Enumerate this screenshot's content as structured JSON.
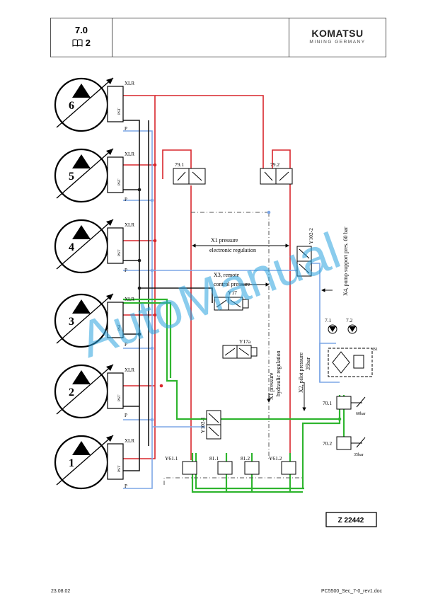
{
  "header": {
    "section_number": "7.0",
    "book_icon": "book-icon",
    "page_ref": "2",
    "brand_name": "KOMATSU",
    "brand_sub": "MINING GERMANY"
  },
  "diagram": {
    "pumps": [
      {
        "number": "6",
        "port_xlr": "XLR",
        "port_p": "P",
        "port_pst": "PST"
      },
      {
        "number": "5",
        "port_xlr": "XLR",
        "port_p": "P",
        "port_pst": "PST"
      },
      {
        "number": "4",
        "port_xlr": "XLR",
        "port_p": "P",
        "port_pst": "PST"
      },
      {
        "number": "3",
        "port_xlr": "XLR",
        "port_p": "P",
        "port_pst": "PST"
      },
      {
        "number": "2",
        "port_xlr": "XLR",
        "port_p": "P",
        "port_pst": "PST"
      },
      {
        "number": "1",
        "port_xlr": "XLR",
        "port_p": "P",
        "port_pst": "PST"
      }
    ],
    "valve_labels": {
      "v79_1": "79.1",
      "v79_2": "79.2",
      "y102_2": "Y102-2",
      "y102_1": "Y102-1",
      "y17": "Y17",
      "y17a": "Y17a",
      "y61_1": "Y61.1",
      "y61_2": "Y61.2",
      "v81_1": "81.1",
      "v81_2": "81.2",
      "v70_1": "70.1",
      "v70_2": "70.2",
      "v7_1": "7.1",
      "v7_2": "7.2",
      "b1": "B1"
    },
    "pressure_labels": {
      "p60": "60bar",
      "p35": "35bar"
    },
    "annotations": {
      "x1_title": "X1 pressure",
      "x1_sub": "electronic regulation",
      "x3_title": "X3, remote",
      "x3_sub": "control pressure",
      "x1h_title": "X1 pressure",
      "x1h_sub": "hydraulic regulation",
      "x2_title": "X2, pilot pressure",
      "x2_sub": "35bar",
      "x4_title": "X4, pump support pres. 60 bar"
    },
    "drawing_id": "Z 22442",
    "colors": {
      "red": "#d9262c",
      "blue": "#7da7e6",
      "green": "#2fb52f",
      "black": "#1a1a1a",
      "watermark": "#29a3df"
    }
  },
  "watermark": "AutoManual",
  "footer": {
    "date": "23.08.02",
    "doc": "PC5500_Sec_7-0_rev1.doc"
  }
}
